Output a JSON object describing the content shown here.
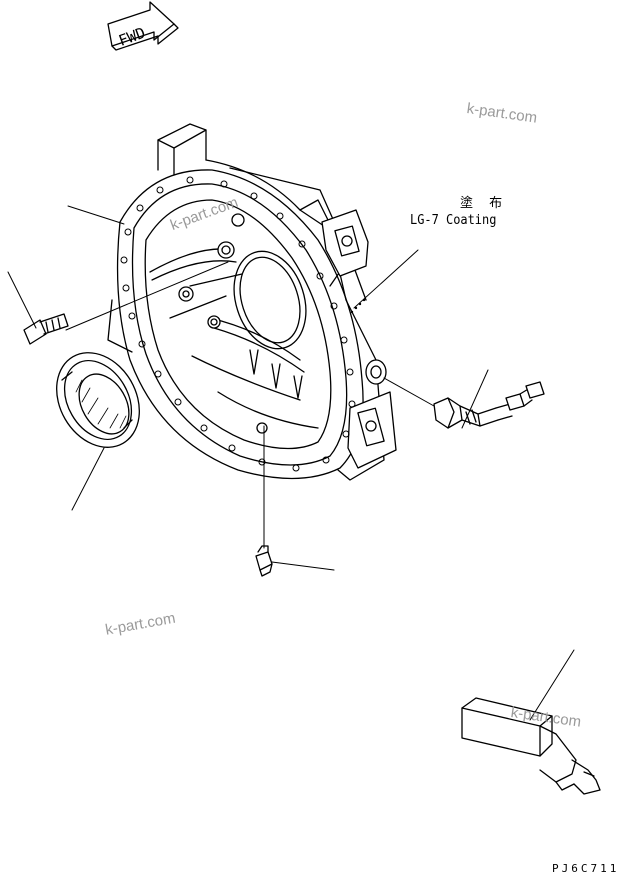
{
  "arrow": {
    "text": "FWD"
  },
  "callout": {
    "jp": "塗 布",
    "en": "LG-7 Coating"
  },
  "watermarks": [
    "k-part.com",
    "k-part.com",
    "k-part.com",
    "k-part.com"
  ],
  "drawing_code": "PJ6C711",
  "colors": {
    "line": "#000000",
    "watermark": "#9a9a9a",
    "background": "#ffffff"
  }
}
